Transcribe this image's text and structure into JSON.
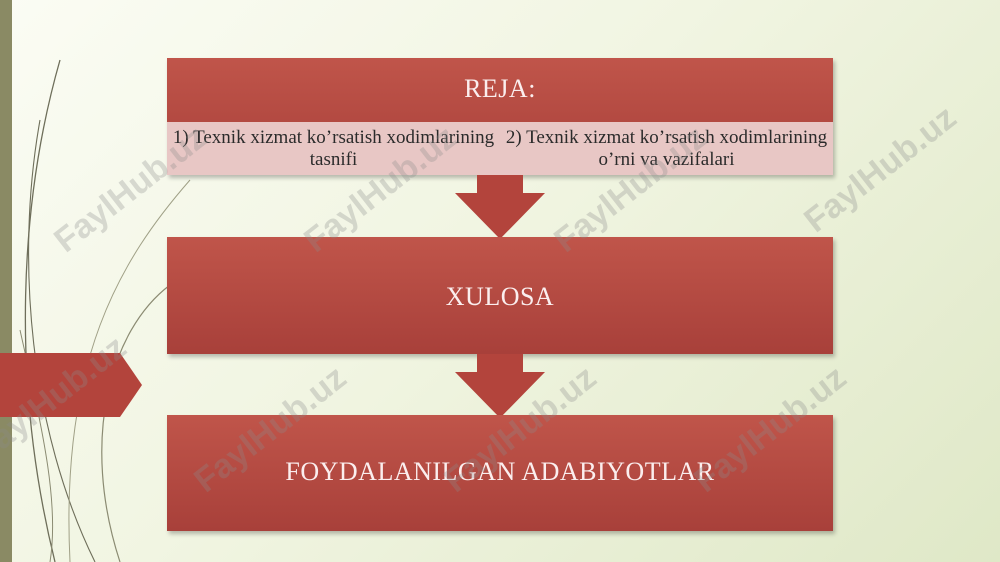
{
  "diagram": {
    "top": {
      "title": "REJA:",
      "items": [
        "1) Texnik xizmat ko’rsatish xodimlarining tasnifi",
        "2) Texnik xizmat ko’rsatish xodimlarining o’rni va vazifalari"
      ]
    },
    "middle": {
      "title": "XULOSA"
    },
    "bottom": {
      "title": "FOYDALANILGAN ADABIYOTLAR"
    }
  },
  "watermark": {
    "text": "FaylHub.uz"
  },
  "colors": {
    "box": "#b44a42",
    "band": "#e8c7c5",
    "arrow": "#b3443c",
    "side_bar": "#8a8a64"
  }
}
